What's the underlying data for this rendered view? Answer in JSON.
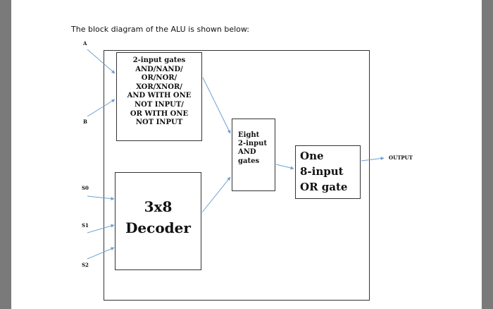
{
  "heading": "The block diagram of the ALU is shown below:",
  "inputs": {
    "a": "A",
    "b": "B",
    "s0": "S0",
    "s1": "S1",
    "s2": "S2"
  },
  "output_label": "OUTPUT",
  "gates_block": {
    "lines": [
      "2-input gates",
      "AND/NAND/",
      "OR/NOR/",
      "XOR/XNOR/",
      "AND WITH ONE",
      "NOT INPUT/",
      "OR WITH ONE",
      "NOT INPUT"
    ]
  },
  "decoder_block": {
    "lines": [
      "3x8",
      "Decoder"
    ]
  },
  "and_block": {
    "lines": [
      "Eight",
      "2-input",
      "AND",
      "gates"
    ]
  },
  "or_block": {
    "lines": [
      "One",
      "8-input",
      "OR gate"
    ]
  },
  "colors": {
    "wire": "#6f9fd0",
    "box_border": "#333333",
    "side_bar": "#7a7a7a"
  }
}
